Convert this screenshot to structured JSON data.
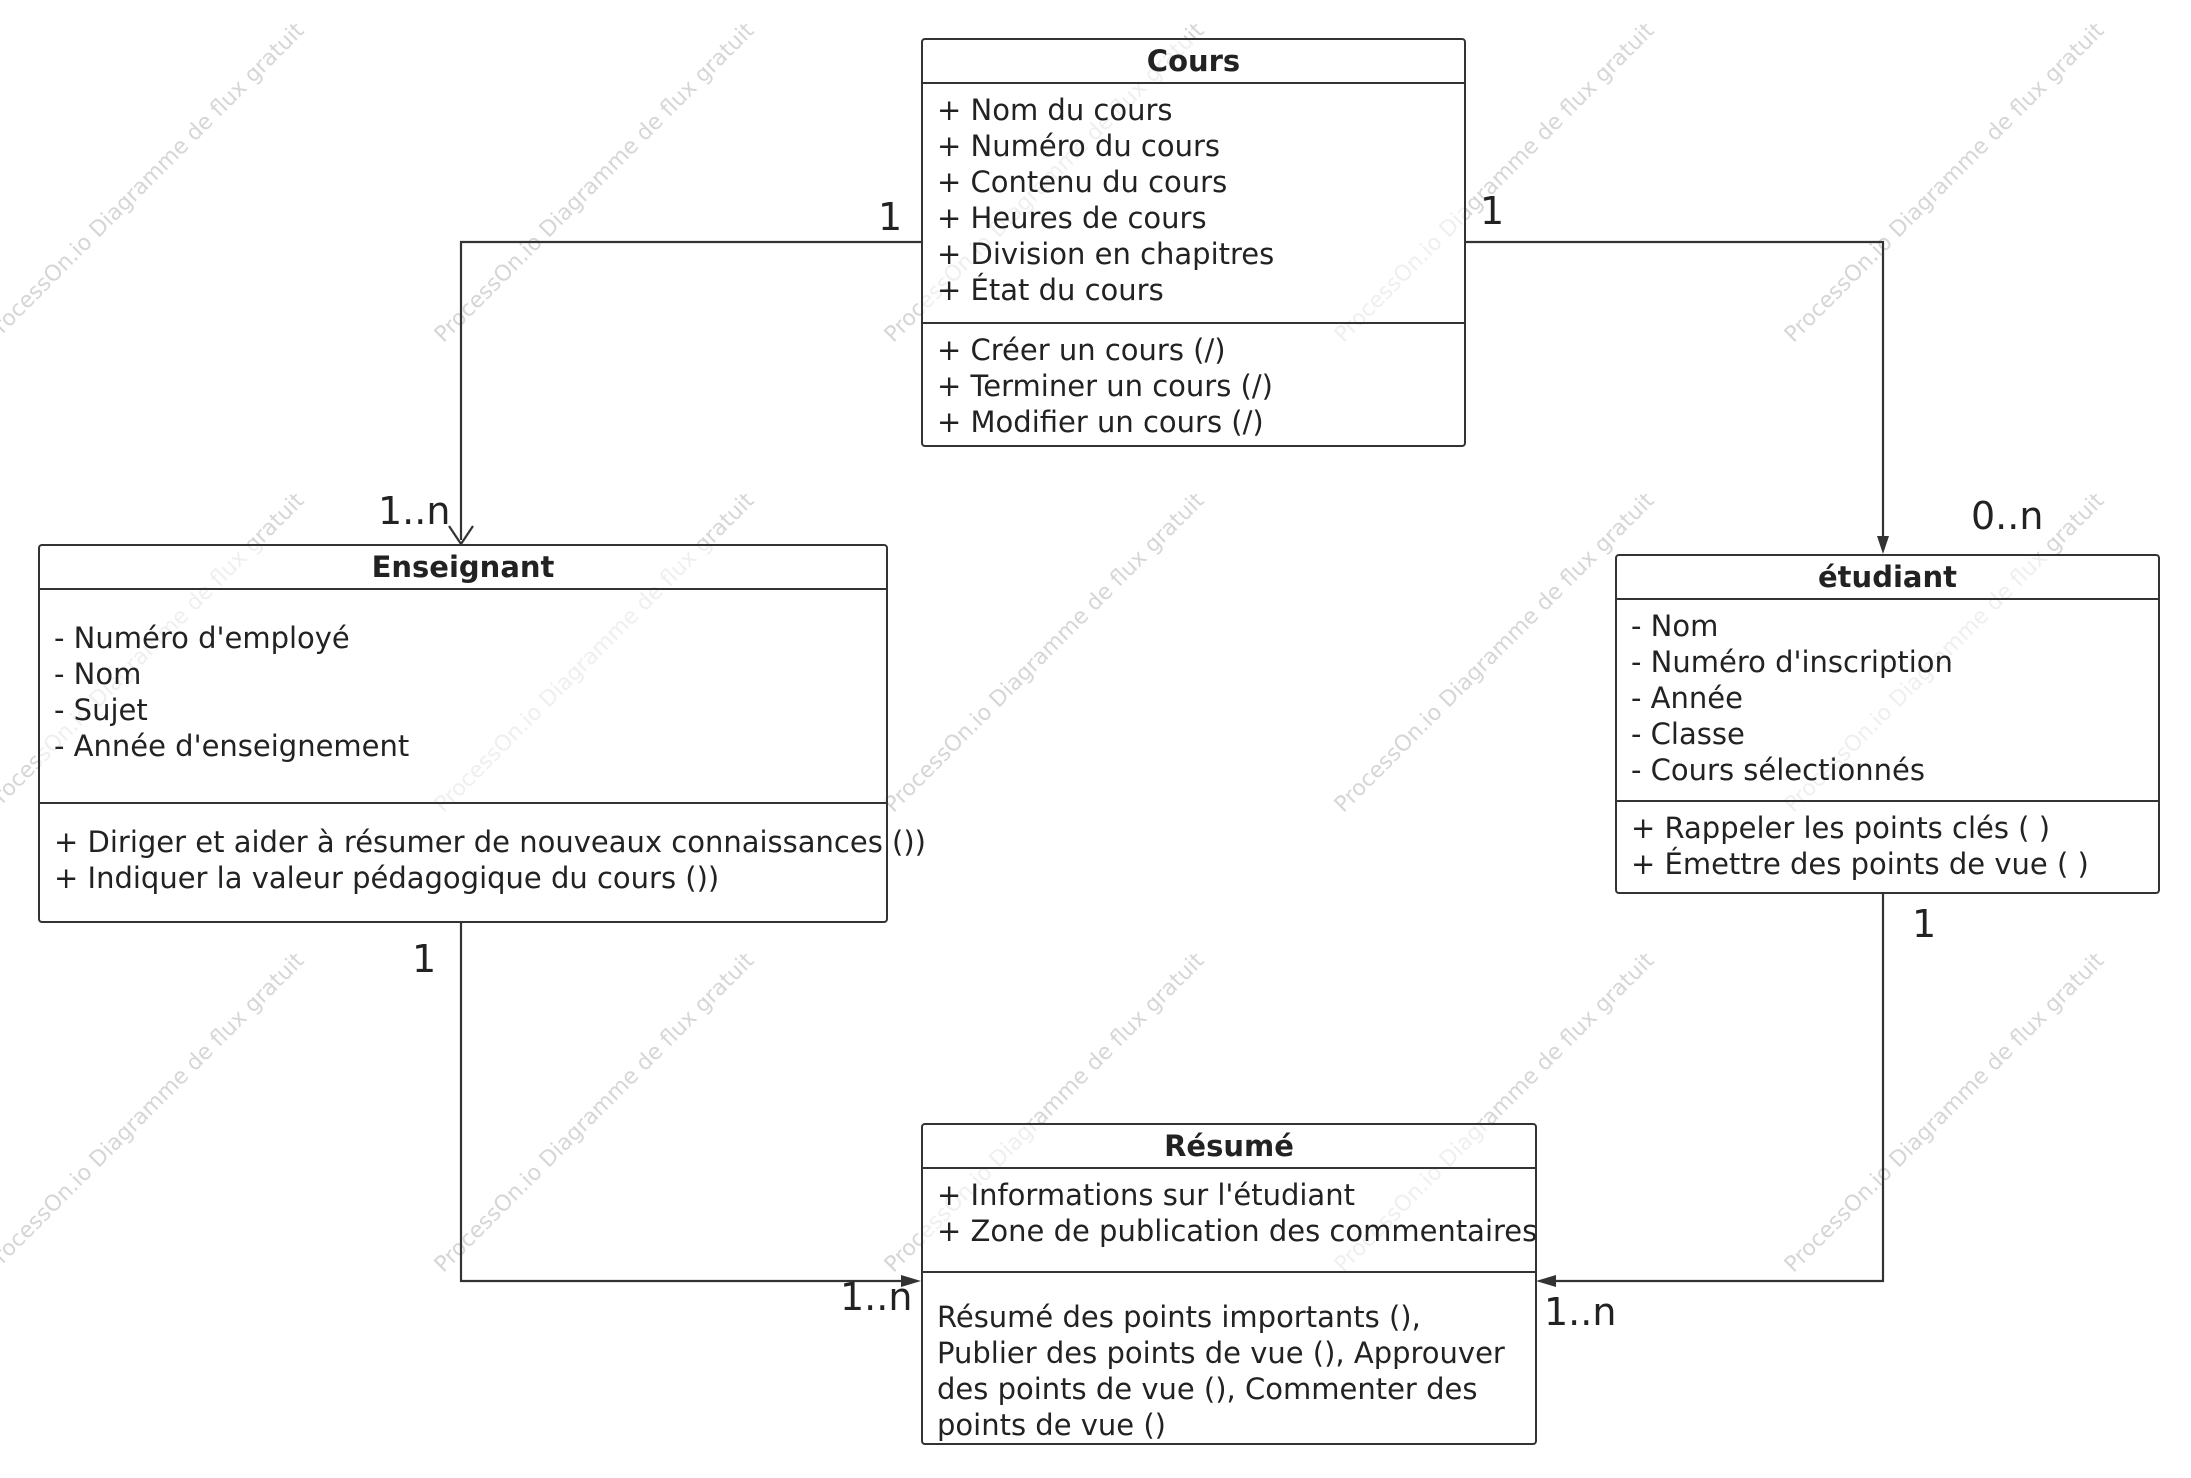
{
  "diagram": {
    "watermark": "ProcessOn.io Diagramme de flux gratuit",
    "classes": {
      "cours": {
        "name": "Cours",
        "attributes": [
          "+ Nom du cours",
          "+ Numéro du cours",
          "+ Contenu du cours",
          "+ Heures de cours",
          "+ Division en chapitres",
          "+ État du cours"
        ],
        "methods": [
          "+ Créer un cours (/)",
          "+ Terminer un cours (/)",
          "+ Modifier un cours (/)"
        ]
      },
      "enseignant": {
        "name": "Enseignant",
        "attributes": [
          "- Numéro d'employé",
          "- Nom",
          "- Sujet",
          "- Année d'enseignement"
        ],
        "methods": [
          "+ Diriger et aider à résumer de nouveaux connaissances ())",
          "+ Indiquer la valeur pédagogique du cours ())"
        ]
      },
      "etudiant": {
        "name": "étudiant",
        "attributes": [
          "- Nom",
          "- Numéro d'inscription",
          "- Année",
          "- Classe",
          "- Cours sélectionnés"
        ],
        "methods": [
          "+ Rappeler les points clés ( )",
          "+ Émettre des points de vue ( )"
        ]
      },
      "resume": {
        "name": "Résumé",
        "attributes": [
          "+ Informations sur l'étudiant",
          "+ Zone de publication des commentaires"
        ],
        "methods": [
          "Résumé des points importants (), Publier des points de vue (), Approuver des points de vue (), Commenter des points de vue ()"
        ]
      }
    },
    "multiplicities": {
      "cours_enseignant_source": "1",
      "cours_enseignant_target": "1..n",
      "cours_etudiant_source": "1",
      "cours_etudiant_target": "0..n",
      "enseignant_resume_source": "1",
      "enseignant_resume_target": "1..n",
      "etudiant_resume_source": "1",
      "etudiant_resume_target": "1..n"
    },
    "colors": {
      "line": "#333333",
      "text": "#222222",
      "watermark": "#d6d6d6",
      "background": "#ffffff"
    }
  }
}
